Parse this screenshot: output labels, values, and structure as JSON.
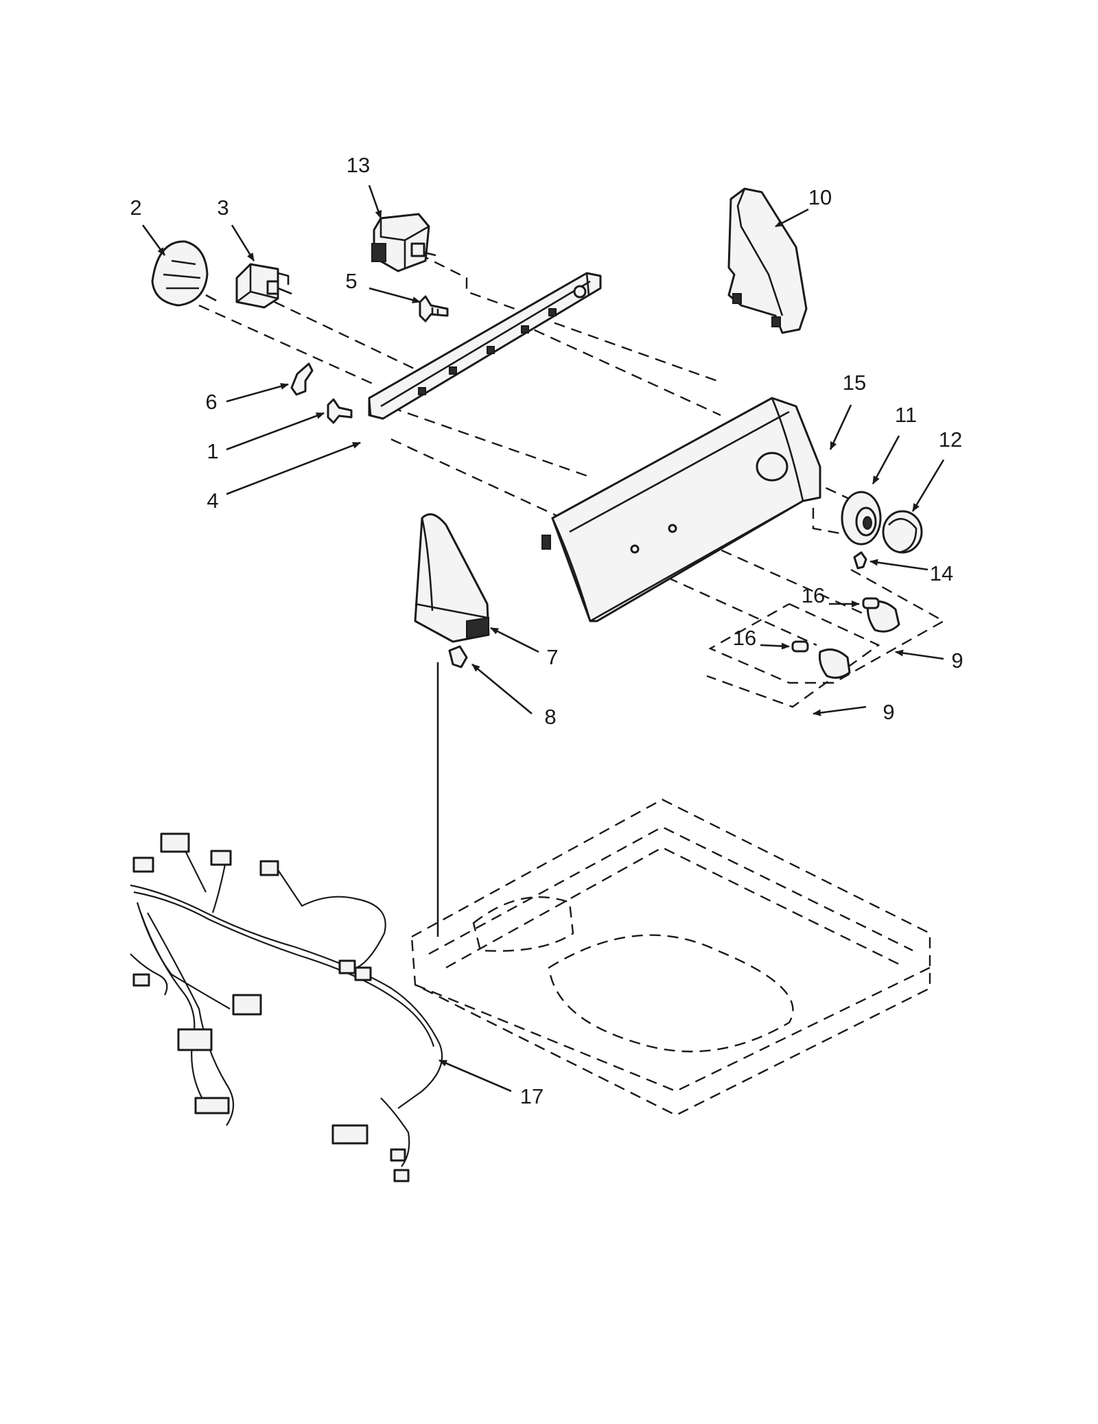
{
  "callouts": [
    {
      "id": "2",
      "label": "2"
    },
    {
      "id": "3",
      "label": "3"
    },
    {
      "id": "13",
      "label": "13"
    },
    {
      "id": "10",
      "label": "10"
    },
    {
      "id": "5",
      "label": "5"
    },
    {
      "id": "6",
      "label": "6"
    },
    {
      "id": "1",
      "label": "1"
    },
    {
      "id": "4",
      "label": "4"
    },
    {
      "id": "15",
      "label": "15"
    },
    {
      "id": "11",
      "label": "11"
    },
    {
      "id": "12",
      "label": "12"
    },
    {
      "id": "14",
      "label": "14"
    },
    {
      "id": "16a",
      "label": "16"
    },
    {
      "id": "16b",
      "label": "16"
    },
    {
      "id": "9a",
      "label": "9"
    },
    {
      "id": "9b",
      "label": "9"
    },
    {
      "id": "7",
      "label": "7"
    },
    {
      "id": "8",
      "label": "8"
    },
    {
      "id": "17",
      "label": "17"
    }
  ]
}
